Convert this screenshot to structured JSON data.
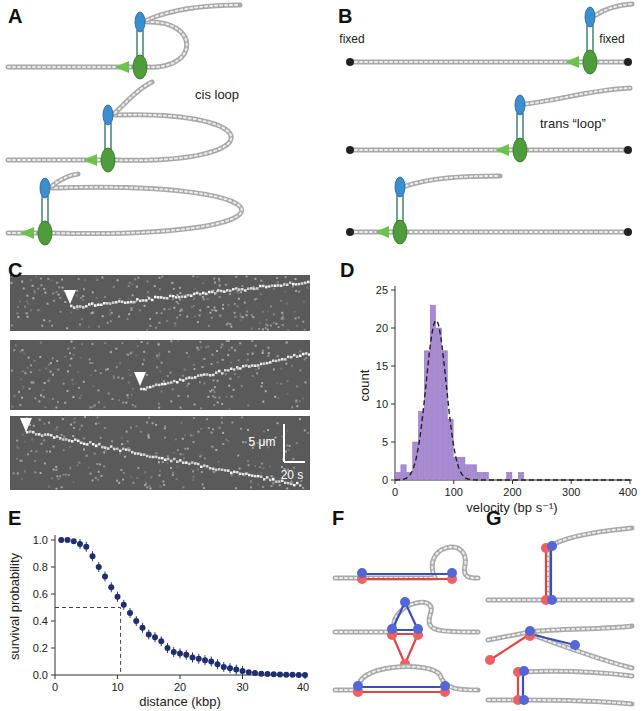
{
  "diagram": {
    "labels": [
      "A",
      "cis loop",
      "B",
      "fixed",
      "fixed",
      "trans “loop”",
      "C",
      "5 μm",
      "20 s",
      "D",
      "count",
      "0",
      "5",
      "10",
      "15",
      "20",
      "25",
      "0",
      "100",
      "200",
      "300",
      "400",
      "velocity (bp s⁻¹)",
      "E",
      "survival probability",
      "0.0",
      "0.2",
      "0.4",
      "0.6",
      "0.8",
      "1.0",
      "0",
      "10",
      "20",
      "30",
      "40",
      "distance (kbp)",
      "F",
      "G"
    ]
  }
}
